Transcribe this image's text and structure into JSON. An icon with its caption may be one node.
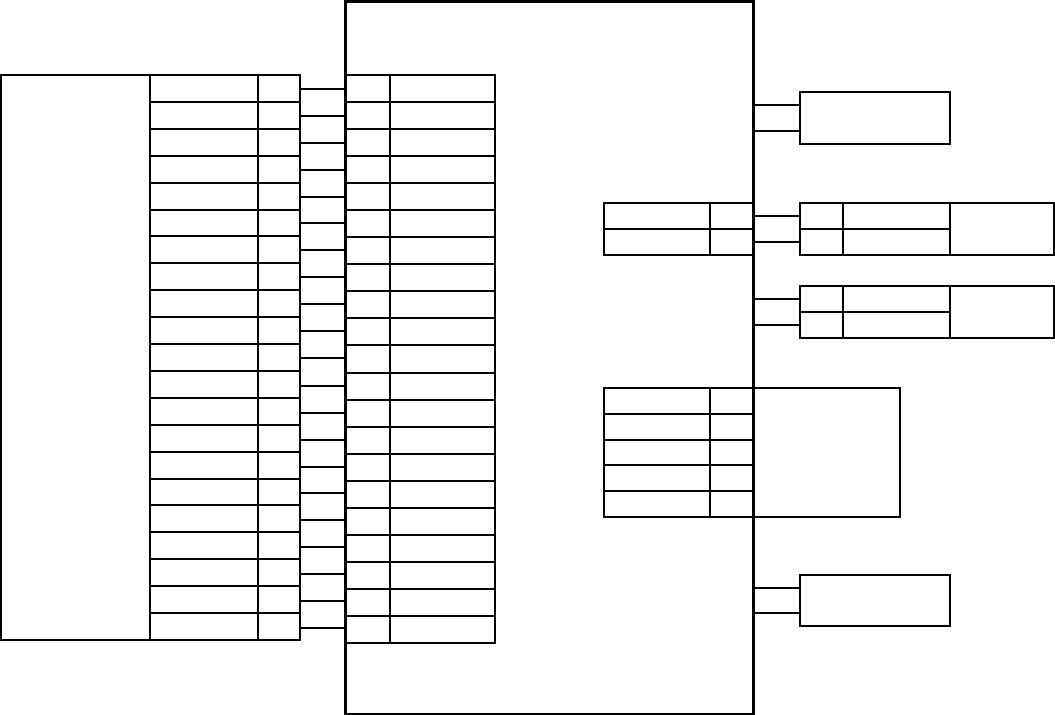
{
  "diagram": {
    "nodes": [
      {
        "text": [],
        "shape": "box"
      },
      {
        "text": [],
        "shape": "box"
      },
      {
        "text": [],
        "shape": "box"
      },
      {
        "text": [],
        "shape": "box"
      },
      {
        "text": [],
        "shape": "box"
      },
      {
        "text": [],
        "shape": "box"
      },
      {
        "text": [],
        "shape": "box"
      },
      {
        "text": [],
        "shape": "box"
      },
      {
        "text": [],
        "shape": "box"
      },
      {
        "text": [],
        "shape": "box"
      },
      {
        "text": [],
        "shape": "box"
      },
      {
        "text": [],
        "shape": "box"
      },
      {
        "text": [],
        "shape": "box"
      },
      {
        "text": [],
        "shape": "box"
      },
      {
        "text": [],
        "shape": "box"
      },
      {
        "text": [],
        "shape": "box"
      },
      {
        "text": [],
        "shape": "box"
      },
      {
        "text": [],
        "shape": "box"
      },
      {
        "text": [],
        "shape": "box"
      },
      {
        "text": [],
        "shape": "box"
      },
      {
        "text": [],
        "shape": "box"
      },
      {
        "text": [],
        "shape": "box"
      },
      {
        "text": [],
        "shape": "box"
      },
      {
        "text": [],
        "shape": "box",
        "in": 0
      },
      {
        "text": [],
        "shape": "box",
        "in": 0
      },
      {
        "text": [],
        "shape": "box",
        "in": 0
      },
      {
        "text": [],
        "shape": "box",
        "in": 0
      },
      {
        "text": [],
        "shape": "box",
        "in": 0
      },
      {
        "text": [],
        "shape": "box",
        "in": 0
      },
      {
        "text": [],
        "shape": "box",
        "in": 0
      },
      {
        "text": [],
        "shape": "box",
        "in": 0
      },
      {
        "text": [],
        "shape": "box",
        "in": 0
      },
      {
        "text": [],
        "shape": "box",
        "in": 0
      },
      {
        "text": [],
        "shape": "box",
        "in": 0
      },
      {
        "text": [],
        "shape": "box",
        "in": 0
      },
      {
        "text": [],
        "shape": "box",
        "in": 0
      },
      {
        "text": [],
        "shape": "box",
        "in": 0
      },
      {
        "text": [],
        "shape": "box",
        "in": 0
      },
      {
        "text": [],
        "shape": "box",
        "in": 0
      },
      {
        "text": [],
        "shape": "box",
        "in": 0
      },
      {
        "text": [],
        "shape": "box",
        "in": 0
      },
      {
        "text": [],
        "shape": "box",
        "in": 0
      },
      {
        "text": [],
        "shape": "box",
        "in": 0
      },
      {
        "text": [],
        "shape": "box",
        "in": 0
      },
      {
        "text": [],
        "shape": "box"
      },
      {
        "text": [],
        "shape": "box",
        "in": 0
      },
      {
        "text": [],
        "shape": "box",
        "in": 0
      },
      {
        "text": [],
        "shape": "box"
      },
      {
        "text": [],
        "shape": "box"
      },
      {
        "text": [],
        "shape": "box"
      },
      {
        "text": [],
        "shape": "box"
      },
      {
        "text": [],
        "shape": "box"
      },
      {
        "text": [],
        "shape": "box"
      },
      {
        "text": [],
        "shape": "box",
        "in": 0
      },
      {
        "text": [],
        "shape": "box",
        "in": 0
      },
      {
        "text": [],
        "shape": "box",
        "in": 0
      },
      {
        "text": [],
        "shape": "box",
        "in": 0
      },
      {
        "text": [],
        "shape": "box",
        "in": 0
      },
      {
        "text": [],
        "shape": "box"
      },
      {
        "text": [],
        "shape": "box"
      }
    ],
    "edges": [
      {
        "from": 2,
        "to": 23,
        "arrow": "none"
      },
      {
        "from": 3,
        "to": 24,
        "arrow": "none"
      },
      {
        "from": 4,
        "to": 25,
        "arrow": "none"
      },
      {
        "from": 5,
        "to": 26,
        "arrow": "none"
      },
      {
        "from": 6,
        "to": 27,
        "arrow": "none"
      },
      {
        "from": 7,
        "to": 28,
        "arrow": "none"
      },
      {
        "from": 8,
        "to": 29,
        "arrow": "none"
      },
      {
        "from": 9,
        "to": 30,
        "arrow": "none"
      },
      {
        "from": 10,
        "to": 31,
        "arrow": "none"
      },
      {
        "from": 11,
        "to": 32,
        "arrow": "none"
      },
      {
        "from": 12,
        "to": 33,
        "arrow": "none"
      },
      {
        "from": 13,
        "to": 34,
        "arrow": "none"
      },
      {
        "from": 14,
        "to": 35,
        "arrow": "none"
      },
      {
        "from": 15,
        "to": 36,
        "arrow": "none"
      },
      {
        "from": 16,
        "to": 37,
        "arrow": "none"
      },
      {
        "from": 17,
        "to": 38,
        "arrow": "none"
      },
      {
        "from": 18,
        "to": 39,
        "arrow": "none"
      },
      {
        "from": 19,
        "to": 40,
        "arrow": "none"
      },
      {
        "from": 20,
        "to": 41,
        "arrow": "none"
      },
      {
        "from": 21,
        "to": 42,
        "arrow": "none"
      },
      {
        "from": 22,
        "to": 43,
        "arrow": "none"
      },
      {
        "from": 0,
        "to": 44,
        "arrow": "none"
      },
      {
        "from": 0,
        "to": 44,
        "arrow": "none"
      },
      {
        "from": 45,
        "to": 47,
        "arrow": "none"
      },
      {
        "from": 46,
        "to": 48,
        "arrow": "none"
      },
      {
        "from": 0,
        "to": 50,
        "arrow": "none"
      },
      {
        "from": 0,
        "to": 51,
        "arrow": "none"
      },
      {
        "from": 0,
        "to": 59,
        "arrow": "none"
      },
      {
        "from": 0,
        "to": 59,
        "arrow": "none"
      }
    ]
  }
}
